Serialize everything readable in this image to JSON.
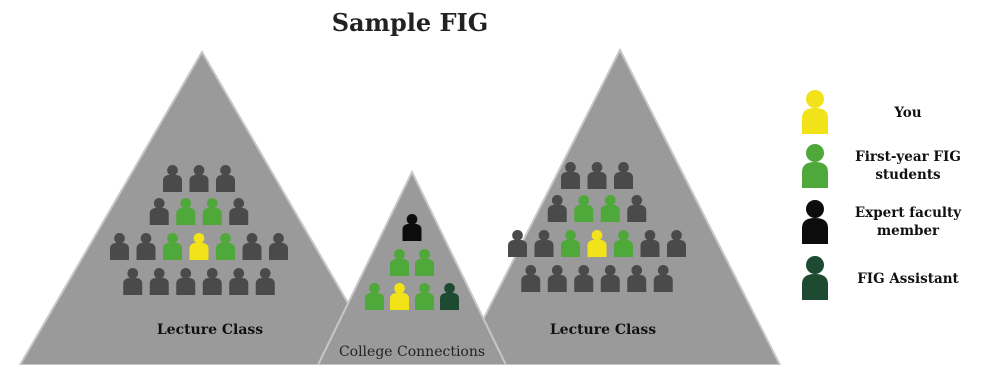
{
  "title": "Sample FIG",
  "triangles": {
    "left_label": "Lecture Class",
    "center_label": "College Connections",
    "right_label": "Lecture Class"
  },
  "legend": [
    {
      "key": "you",
      "label": "You",
      "color": "#f2e21a"
    },
    {
      "key": "first-year",
      "label": "First-year FIG students",
      "color": "#4fa83a"
    },
    {
      "key": "faculty",
      "label": "Expert faculty member",
      "color": "#0c0c0c"
    },
    {
      "key": "assistant",
      "label": "FIG Assistant",
      "color": "#1d4a30"
    }
  ],
  "colors": {
    "triangle": "#9a9a9a",
    "triangle_edge": "#c7c7c7",
    "student_gray": "#4a4a4a",
    "you": "#f2e21a",
    "first_year": "#4fa83a",
    "faculty": "#0c0c0c",
    "assistant": "#1d4a30"
  },
  "groups": {
    "lecture_left": [
      [
        "gray",
        "gray",
        "gray"
      ],
      [
        "gray",
        "green",
        "green",
        "gray"
      ],
      [
        "gray",
        "gray",
        "green",
        "you",
        "green",
        "gray",
        "gray"
      ],
      [
        "gray",
        "gray",
        "gray",
        "gray",
        "gray",
        "gray"
      ]
    ],
    "college_connections": [
      [
        "faculty"
      ],
      [
        "green",
        "green"
      ],
      [
        "green",
        "you",
        "green",
        "assistant"
      ]
    ],
    "lecture_right": [
      [
        "gray",
        "gray",
        "gray"
      ],
      [
        "gray",
        "green",
        "green",
        "gray"
      ],
      [
        "gray",
        "gray",
        "green",
        "you",
        "green",
        "gray",
        "gray"
      ],
      [
        "gray",
        "gray",
        "gray",
        "gray",
        "gray",
        "gray"
      ]
    ]
  }
}
